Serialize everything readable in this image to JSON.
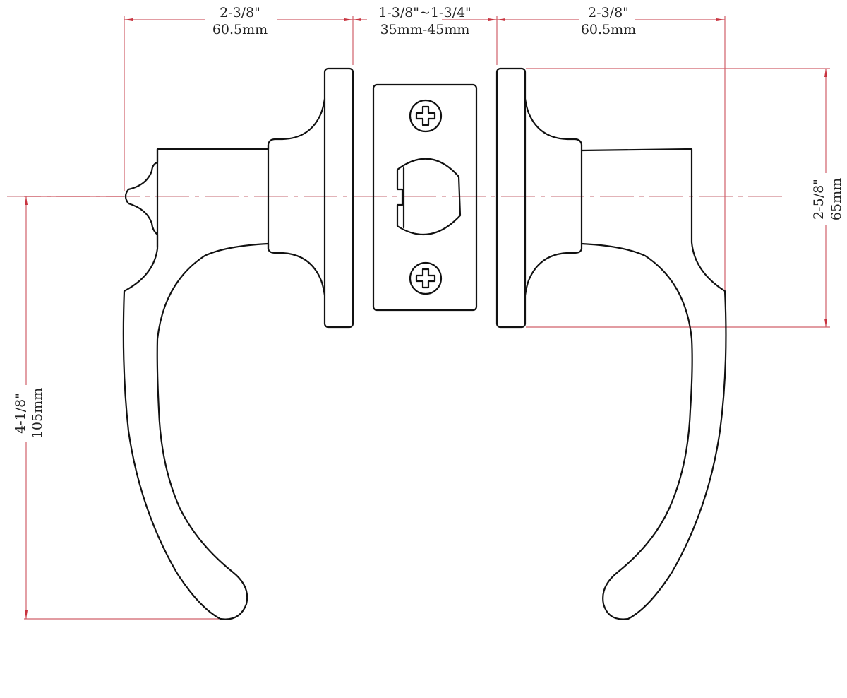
{
  "diagram": {
    "subject": "Door lever handle set with latch faceplate",
    "colors": {
      "outline": "#111111",
      "dimension_line": "#d0606a",
      "centerline": "#d89aa0",
      "text": "#222222",
      "background": "#ffffff"
    },
    "dimensions": {
      "left_lever_projection": {
        "imperial": "2-3/8\"",
        "metric": "60.5mm"
      },
      "door_thickness": {
        "imperial": "1-3/8\"~1-3/4\"",
        "metric": "35mm-45mm"
      },
      "right_lever_projection": {
        "imperial": "2-3/8\"",
        "metric": "60.5mm"
      },
      "rose_diameter": {
        "imperial": "2-5/8\"",
        "metric": "65mm"
      },
      "lever_drop": {
        "imperial": "4-1/8\"",
        "metric": "105mm"
      }
    },
    "components": {
      "left_lever": "Left lever handle",
      "left_rose": "Left rose plate",
      "faceplate": "Latch faceplate",
      "screws": [
        "Top Phillips screw",
        "Bottom Phillips screw"
      ],
      "latch_bolt": "Latch bolt",
      "right_rose": "Right rose plate",
      "right_lever": "Right lever handle"
    }
  }
}
